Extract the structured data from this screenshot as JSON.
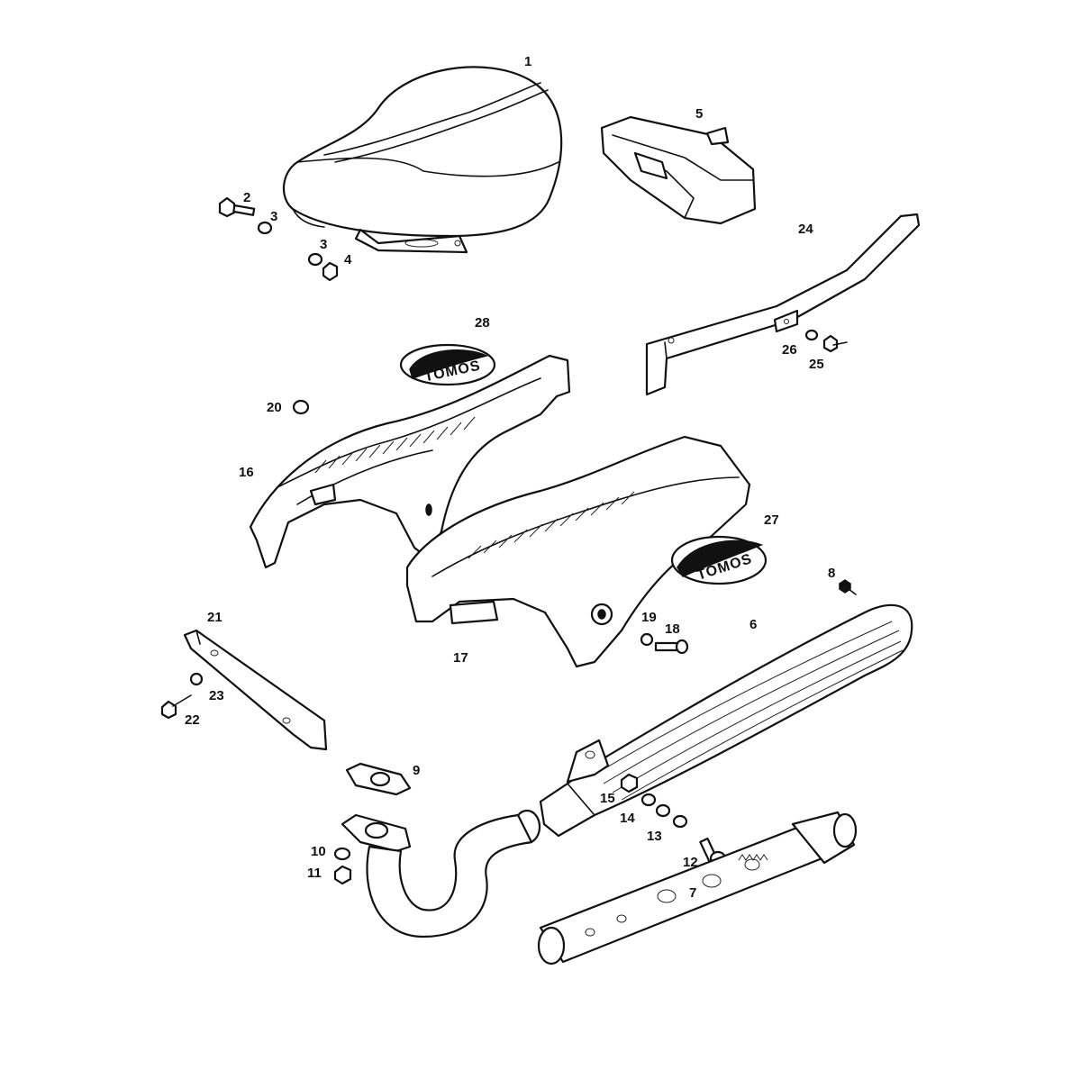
{
  "callouts": {
    "c1": "1",
    "c2": "2",
    "c3a": "3",
    "c3b": "3",
    "c4": "4",
    "c5": "5",
    "c6": "6",
    "c7": "7",
    "c8": "8",
    "c9": "9",
    "c10": "10",
    "c11": "11",
    "c12": "12",
    "c13": "13",
    "c14": "14",
    "c15": "15",
    "c16": "16",
    "c17": "17",
    "c18": "18",
    "c19": "19",
    "c20": "20",
    "c21": "21",
    "c22": "22",
    "c23": "23",
    "c24": "24",
    "c25": "25",
    "c26": "26",
    "c27": "27",
    "c28": "28"
  },
  "badges": {
    "logo_upper": "TOMOS",
    "logo_lower": "TOMOS"
  },
  "colors": {
    "line": "#111111",
    "background": "#ffffff"
  }
}
